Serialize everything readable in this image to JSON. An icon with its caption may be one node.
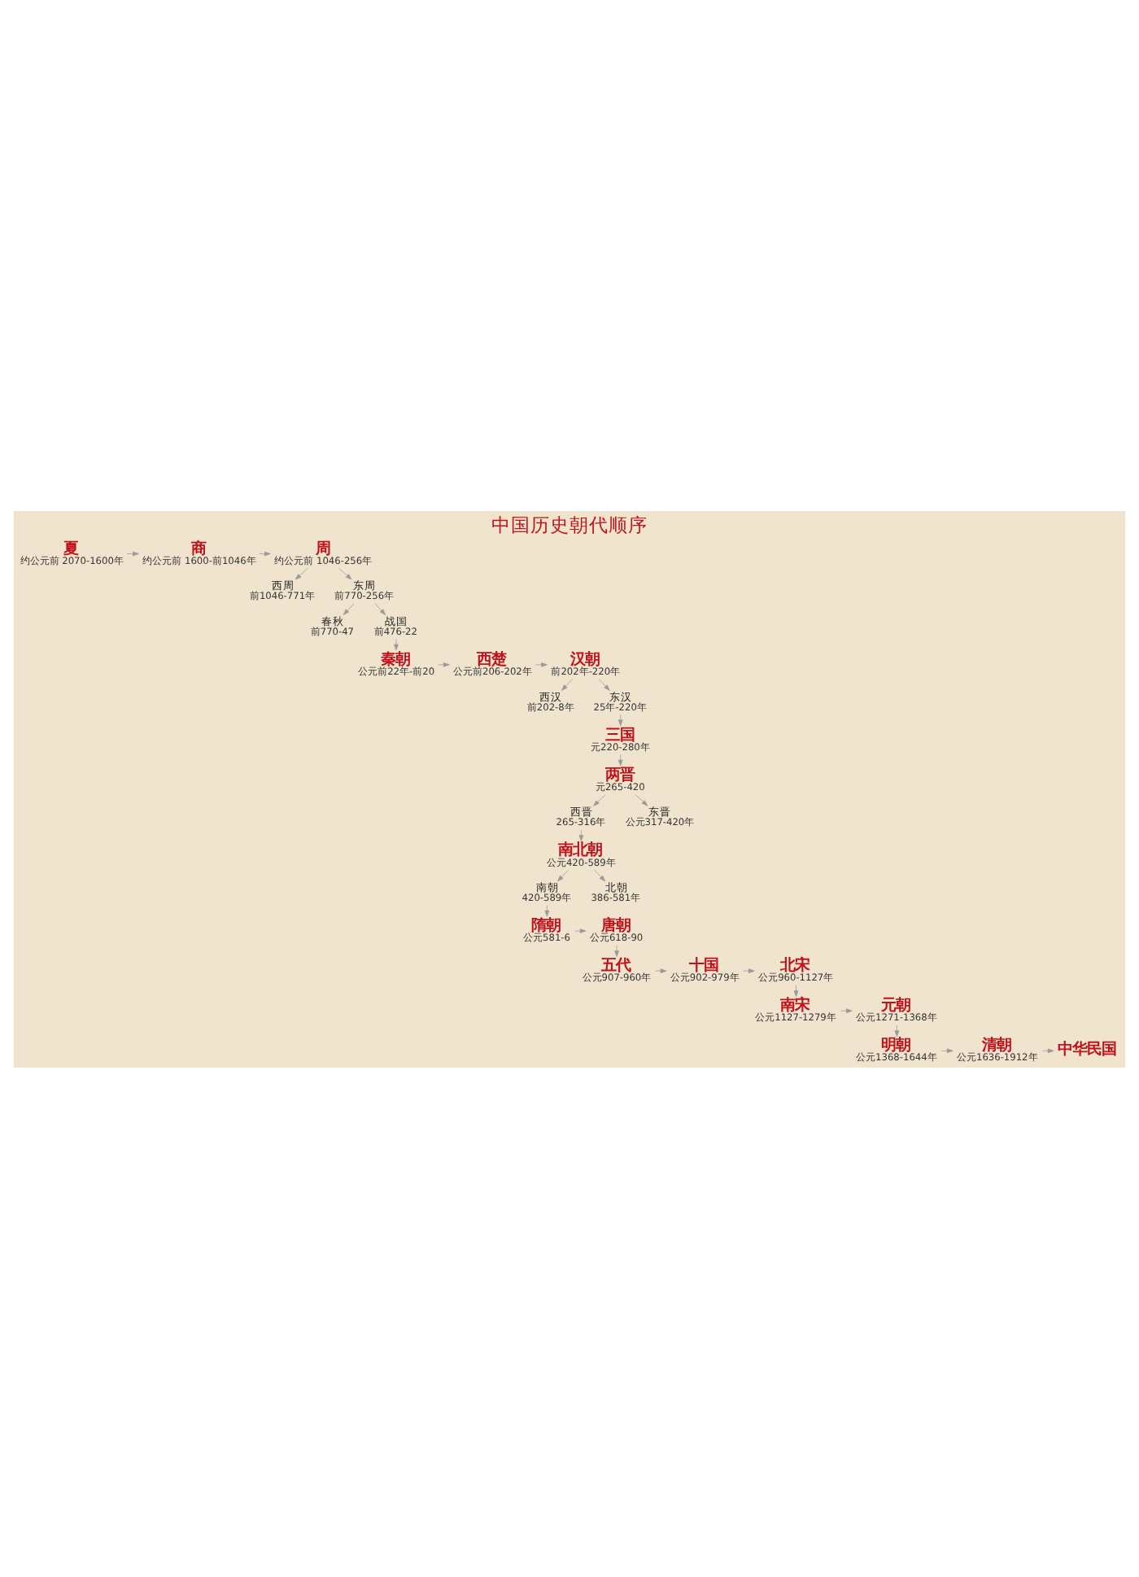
{
  "diagram": {
    "title": "中国历史朝代顺序",
    "nodes": [
      {
        "text": [
          "夏"
        ],
        "beside": [
          "约公元前 2070-1600年"
        ]
      },
      {
        "text": [
          "商"
        ],
        "beside": [
          "约公元前 1600-前1046年"
        ]
      },
      {
        "text": [
          "周"
        ],
        "beside": [
          "约公元前 1046-256年"
        ]
      },
      {
        "text": [
          "西周"
        ],
        "beside": [
          "前1046-771年"
        ]
      },
      {
        "text": [
          "东周"
        ],
        "beside": [
          "前770-256年"
        ]
      },
      {
        "text": [
          "春秋"
        ],
        "beside": [
          "前770-47"
        ]
      },
      {
        "text": [
          "战国"
        ],
        "beside": [
          "前476-22"
        ]
      },
      {
        "text": [
          "秦朝"
        ],
        "beside": [
          "公元前22年-前20"
        ]
      },
      {
        "text": [
          "西楚"
        ],
        "beside": [
          "公元前206-202年"
        ]
      },
      {
        "text": [
          "汉朝"
        ],
        "beside": [
          "前202年-220年"
        ]
      },
      {
        "text": [
          "西汉"
        ],
        "beside": [
          "前202-8年"
        ]
      },
      {
        "text": [
          "东汉"
        ],
        "beside": [
          "25年-220年"
        ]
      },
      {
        "text": [
          "三国"
        ],
        "beside": [
          "元220-280年"
        ]
      },
      {
        "text": [
          "两晋"
        ],
        "beside": [
          "元265-420"
        ]
      },
      {
        "text": [
          "西晋"
        ],
        "beside": [
          "265-316年"
        ]
      },
      {
        "text": [
          "东晋"
        ],
        "beside": [
          "公元317-420年"
        ]
      },
      {
        "text": [
          "南北朝"
        ],
        "beside": [
          "公元420-589年"
        ]
      },
      {
        "text": [
          "南朝"
        ],
        "beside": [
          "420-589年"
        ]
      },
      {
        "text": [
          "北朝"
        ],
        "beside": [
          "386-581年"
        ]
      },
      {
        "text": [
          "隋朝"
        ],
        "beside": [
          "公元581-6"
        ]
      },
      {
        "text": [
          "唐朝"
        ],
        "beside": [
          "公元618-90"
        ]
      },
      {
        "text": [
          "五代"
        ],
        "beside": [
          "公元907-960年"
        ]
      },
      {
        "text": [
          "十国"
        ],
        "beside": [
          "公元902-979年"
        ]
      },
      {
        "text": [
          "北宋"
        ],
        "beside": [
          "公元960-1127年"
        ]
      },
      {
        "text": [
          "南宋"
        ],
        "beside": [
          "公元1127-1279年"
        ]
      },
      {
        "text": [
          "元朝"
        ],
        "beside": [
          "公元1271-1368年"
        ]
      },
      {
        "text": [
          "明朝"
        ],
        "beside": [
          "公元1368-1644年"
        ]
      },
      {
        "text": [
          "清朝"
        ],
        "beside": [
          "公元1636-1912年"
        ]
      },
      {
        "text": [
          "中华民国"
        ]
      }
    ],
    "edges": [
      {
        "from": 0,
        "to": 1,
        "arrow": "to"
      },
      {
        "from": 1,
        "to": 2,
        "arrow": "to"
      },
      {
        "from": 2,
        "to": 3,
        "arrow": "to"
      },
      {
        "from": 2,
        "to": 4,
        "arrow": "to"
      },
      {
        "from": 4,
        "to": 5,
        "arrow": "to"
      },
      {
        "from": 4,
        "to": 6,
        "arrow": "to"
      },
      {
        "from": 6,
        "to": 7,
        "arrow": "to"
      },
      {
        "from": 7,
        "to": 8,
        "arrow": "to"
      },
      {
        "from": 8,
        "to": 9,
        "arrow": "to"
      },
      {
        "from": 9,
        "to": 10,
        "arrow": "to"
      },
      {
        "from": 9,
        "to": 11,
        "arrow": "to"
      },
      {
        "from": 11,
        "to": 12,
        "arrow": "to"
      },
      {
        "from": 12,
        "to": 13,
        "arrow": "to"
      },
      {
        "from": 13,
        "to": 14,
        "arrow": "to"
      },
      {
        "from": 13,
        "to": 15,
        "arrow": "to"
      },
      {
        "from": 14,
        "to": 16,
        "arrow": "to"
      },
      {
        "from": 16,
        "to": 17,
        "arrow": "to"
      },
      {
        "from": 16,
        "to": 18,
        "arrow": "to"
      },
      {
        "from": 17,
        "to": 19,
        "arrow": "to"
      },
      {
        "from": 19,
        "to": 20,
        "arrow": "to"
      },
      {
        "from": 20,
        "to": 21,
        "arrow": "to"
      },
      {
        "from": 21,
        "to": 22,
        "arrow": "to"
      },
      {
        "from": 22,
        "to": 23,
        "arrow": "to"
      },
      {
        "from": 23,
        "to": 24,
        "arrow": "to"
      },
      {
        "from": 24,
        "to": 25,
        "arrow": "to"
      },
      {
        "from": 25,
        "to": 26,
        "arrow": "to"
      },
      {
        "from": 26,
        "to": 27,
        "arrow": "to"
      },
      {
        "from": 27,
        "to": 28,
        "arrow": "to"
      }
    ]
  }
}
